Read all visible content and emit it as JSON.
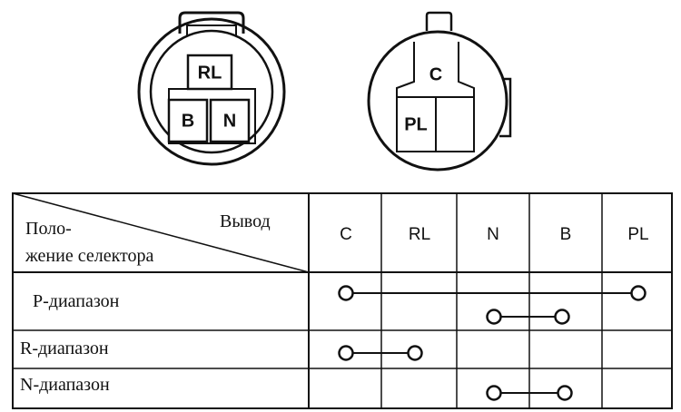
{
  "connectors": {
    "left": {
      "top_pin": "RL",
      "bottom_left_pin": "B",
      "bottom_right_pin": "N"
    },
    "right": {
      "top_pin": "C",
      "bottom_pin": "PL"
    }
  },
  "table": {
    "header_output": "Вывод",
    "header_position_line1": "Поло-",
    "header_position_line2": "жение селектора",
    "columns": [
      "C",
      "RL",
      "N",
      "B",
      "PL"
    ],
    "rows": [
      {
        "label": "P-диапазон",
        "connections": [
          [
            "C",
            "PL"
          ],
          [
            "N",
            "B"
          ]
        ]
      },
      {
        "label": "R-диапазон",
        "connections": [
          [
            "C",
            "RL"
          ]
        ]
      },
      {
        "label": "N-диапазон",
        "connections": [
          [
            "N",
            "B"
          ]
        ]
      }
    ]
  }
}
